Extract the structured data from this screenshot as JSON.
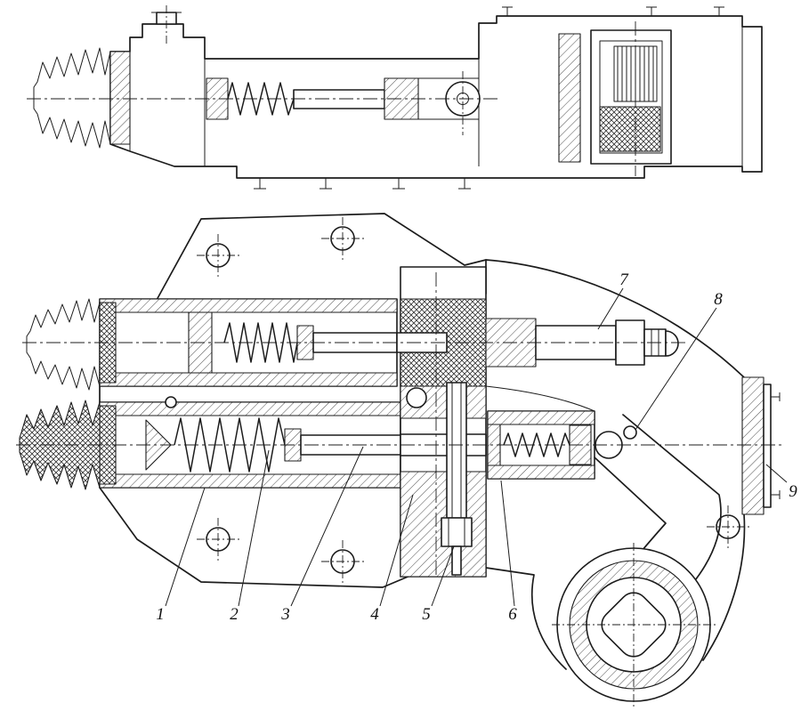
{
  "figure": {
    "colors": {
      "ink": "#1c1c1c",
      "paper": "#ffffff"
    },
    "callouts": [
      {
        "label": "1"
      },
      {
        "label": "2"
      },
      {
        "label": "3"
      },
      {
        "label": "4"
      },
      {
        "label": "5"
      },
      {
        "label": "6"
      },
      {
        "label": "7"
      },
      {
        "label": "8"
      },
      {
        "label": "9"
      }
    ]
  }
}
